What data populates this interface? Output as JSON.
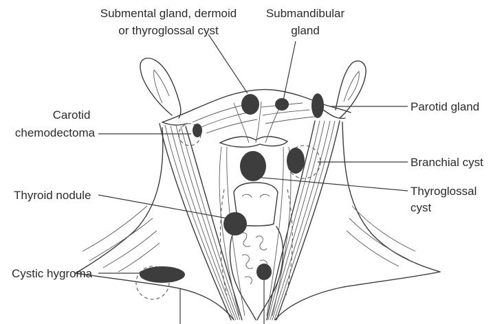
{
  "labels": {
    "submental": [
      "Submental gland, dermoid",
      "or thyroglossal cyst"
    ],
    "submandibular": [
      "Submandibular",
      "gland"
    ],
    "carotid": [
      "Carotid",
      "chemodectoma"
    ],
    "parotid": "Parotid gland",
    "branchial": "Branchial cyst",
    "thyroglossal": [
      "Thyroglossal",
      "cyst"
    ],
    "thyroid_nodule": "Thyroid nodule",
    "cystic_hygroma": "Cystic hygroma"
  },
  "colors": {
    "lesion": "#3d3d3d",
    "line": "#3b3b3b",
    "text": "#2b2b2b"
  }
}
